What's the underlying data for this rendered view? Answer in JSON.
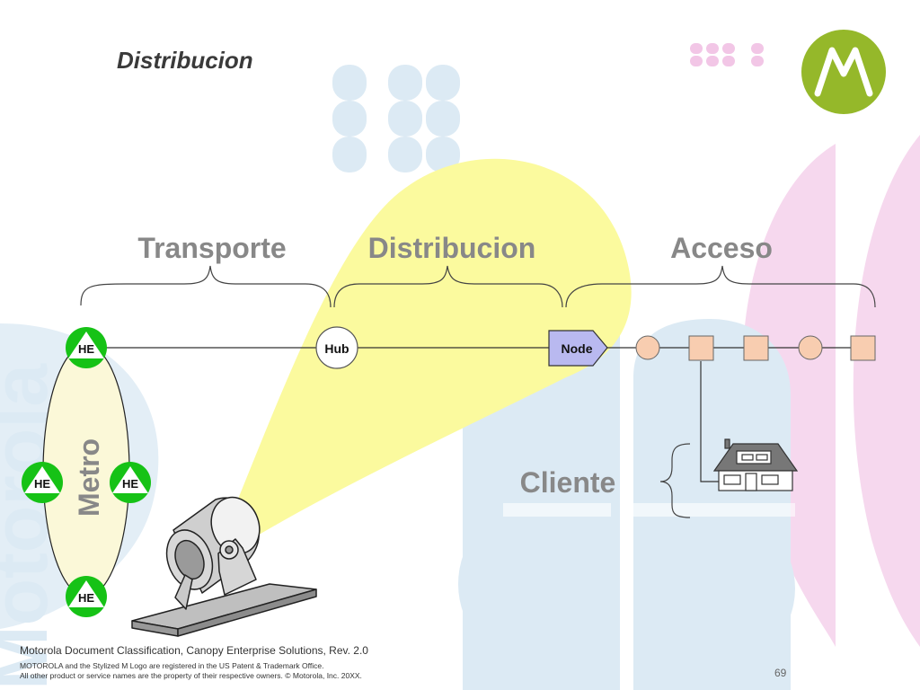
{
  "slide": {
    "title": "Distribucion",
    "watermark": "Motorola",
    "footer": {
      "classification": "Motorola Document Classification, Canopy Enterprise Solutions, Rev. 2.0",
      "legal_line1": "MOTOROLA and the Stylized M Logo are registered in the US Patent & Trademark Office.",
      "legal_line2": "All other product or service names are the property of their respective owners. © Motorola, Inc. 20XX."
    },
    "page_number": "69"
  },
  "diagram": {
    "segments": {
      "transport": "Transporte",
      "distribution": "Distribucion",
      "access": "Acceso"
    },
    "metro_label": "Metro",
    "client_label": "Cliente",
    "headend_label": "HE",
    "hub_label": "Hub",
    "node_label": "Node"
  },
  "colors": {
    "spotlight_yellow": "#fbfa9e",
    "metro_fill": "#fbf8d8",
    "node_fill": "#b9b9f0",
    "tap_fill": "#f8cdb0",
    "headend_green": "#16c216",
    "logo_green": "#95b82a",
    "bg_blue": "#dceaf4",
    "bg_pink": "#f6d8ee"
  }
}
